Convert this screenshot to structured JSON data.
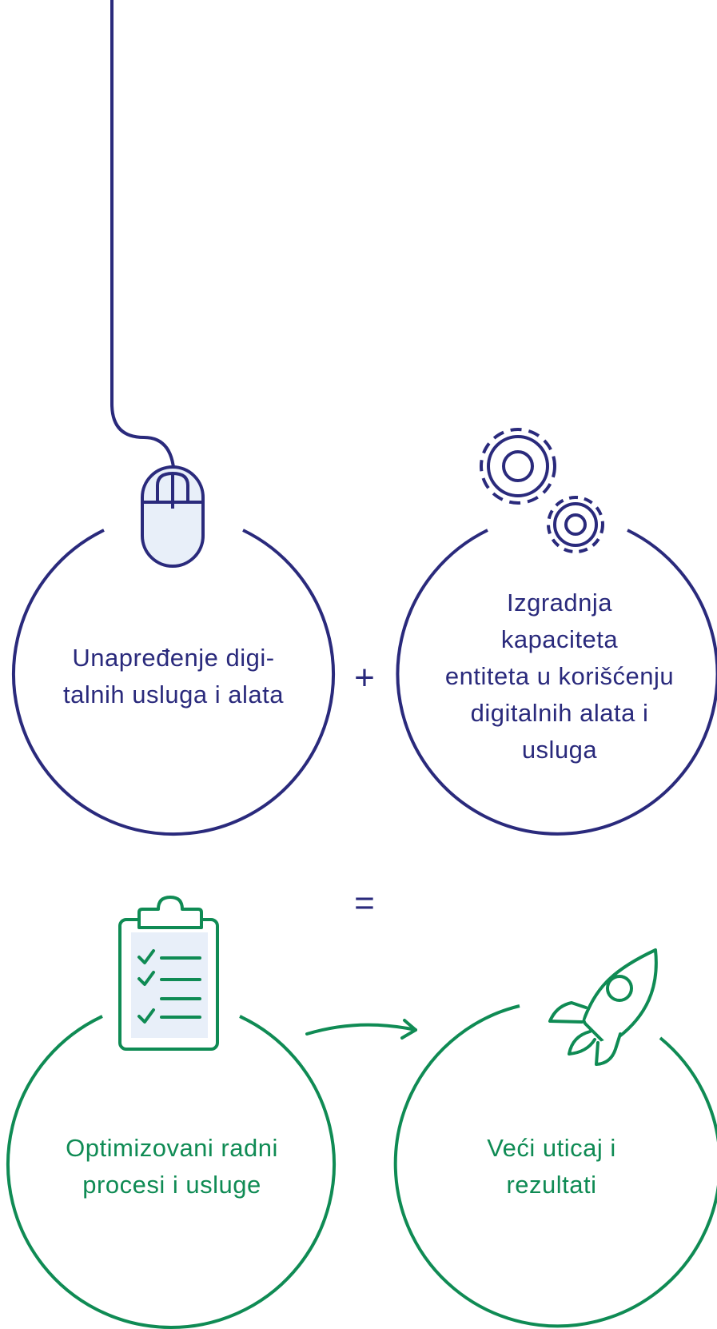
{
  "colors": {
    "navy": "#2a2a7c",
    "green": "#0f8b54",
    "icon_fill": "#e8eff9"
  },
  "top_left": {
    "icon": "computer-mouse-icon",
    "label_lines": [
      "Unapređenje digi-",
      "talnih usluga i alata"
    ]
  },
  "top_right": {
    "icon": "gears-icon",
    "label_lines": [
      "Izgradnja",
      "kapaciteta",
      "entiteta u korišćenju",
      "digitalnih alata i",
      "usluga"
    ]
  },
  "plus": "+",
  "equals": "=",
  "bottom_left": {
    "icon": "clipboard-checklist-icon",
    "label_lines": [
      "Optimizovani radni",
      "procesi i usluge"
    ]
  },
  "bottom_right": {
    "icon": "rocket-icon",
    "label_lines": [
      "Veći uticaj i",
      "rezultati"
    ]
  },
  "connector": "arrow-right-icon"
}
